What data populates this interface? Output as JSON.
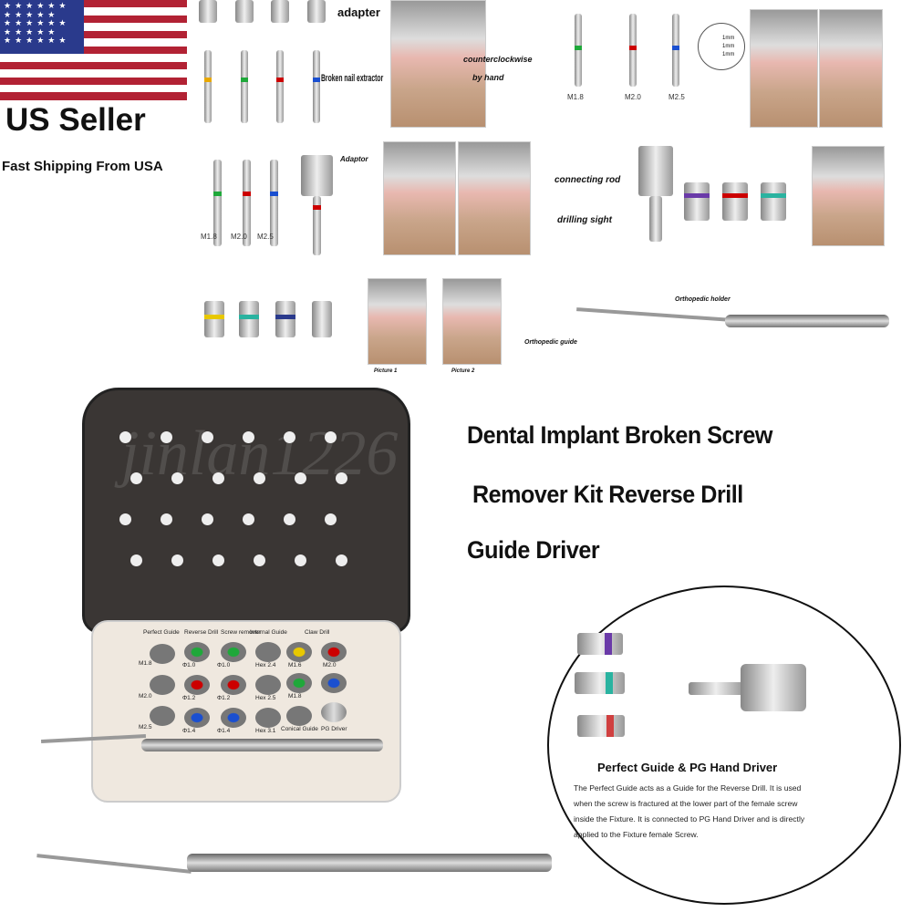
{
  "badge": {
    "seller": "US Seller",
    "shipping": "Fast Shipping From USA"
  },
  "title": {
    "line1": "Dental Implant Broken Screw",
    "line2": "Remover Kit Reverse Drill",
    "line3": "Guide Driver"
  },
  "watermark": "jinlan1226",
  "panel1": {
    "adapter": "adapter",
    "extractor": "Broken nail extractor",
    "counterclockwise": "counterclockwise",
    "by_hand": "by hand"
  },
  "panel2": {
    "sizes": [
      "M1.8",
      "M2.0",
      "M2.5"
    ],
    "scale": [
      "1mm",
      "1mm",
      "1mm"
    ]
  },
  "panel3": {
    "sizes": [
      "M1.8",
      "M2.0",
      "M2.5"
    ],
    "adaptor": "Adaptor"
  },
  "panel4": {
    "connecting_rod": "connecting rod",
    "drilling_sight": "drilling sight"
  },
  "panel5": {
    "picture1": "Picture 1",
    "picture2": "Picture 2"
  },
  "panel6": {
    "holder": "Orthopedic holder",
    "guide": "Orthopedic guide"
  },
  "kit": {
    "sections": [
      "Perfect Guide",
      "Reverse Drill",
      "Screw remover",
      "Internal Guide",
      "Claw Drill"
    ],
    "labels": [
      "M1.8",
      "M2.0",
      "M2.5",
      "Φ1.0",
      "Φ1.0",
      "Φ1.2",
      "Φ1.2",
      "Φ1.4",
      "Φ1.4",
      "Hex 2.4",
      "Hex 2.5",
      "Hex 3.1",
      "M1.6",
      "M2.0",
      "M1.8",
      "Conical Guide",
      "PG Driver"
    ]
  },
  "info": {
    "heading": "Perfect Guide & PG Hand Driver",
    "body": "The Perfect Guide acts as a Guide for the Reverse Drill. It is used when the screw is fractured at the lower part of the female screw inside the Fixture. It is connected to PG Hand Driver and is directly applied to the Fixture female Screw."
  },
  "colors": {
    "red": "#b22234",
    "blue": "#2a3a8c",
    "green": "#1fa83a",
    "yellow": "#e8c800",
    "teal": "#2ab3a0",
    "purple": "#6a3aa8"
  }
}
